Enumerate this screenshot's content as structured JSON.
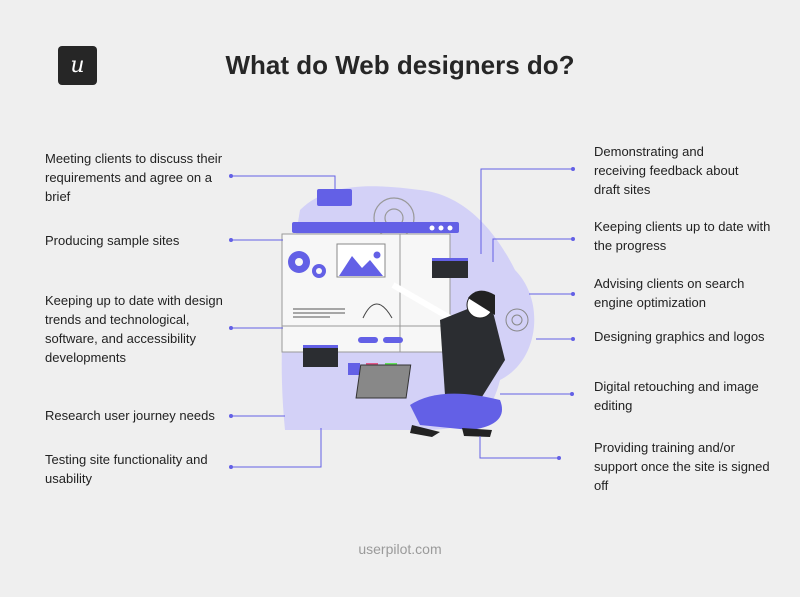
{
  "logo": {
    "letter": "u"
  },
  "title": "What do Web designers do?",
  "left_items": [
    "Meeting clients to discuss their requirements and agree on a brief",
    "Producing sample sites",
    "Keeping up to date with design trends and technological, software, and accessibility developments",
    "Research user journey needs",
    "Testing site functionality and usability"
  ],
  "right_items": [
    "Demonstrating and receiving feedback about draft sites",
    "Keeping clients up to date with the progress",
    "Advising clients on search engine optimization",
    "Designing graphics and logos",
    "Digital retouching and image editing",
    "Providing training and/or support once the site is signed off"
  ],
  "footer": "userpilot.com",
  "colors": {
    "accent": "#6360e6",
    "blob": "#d3d1f7",
    "dark": "#262626"
  }
}
